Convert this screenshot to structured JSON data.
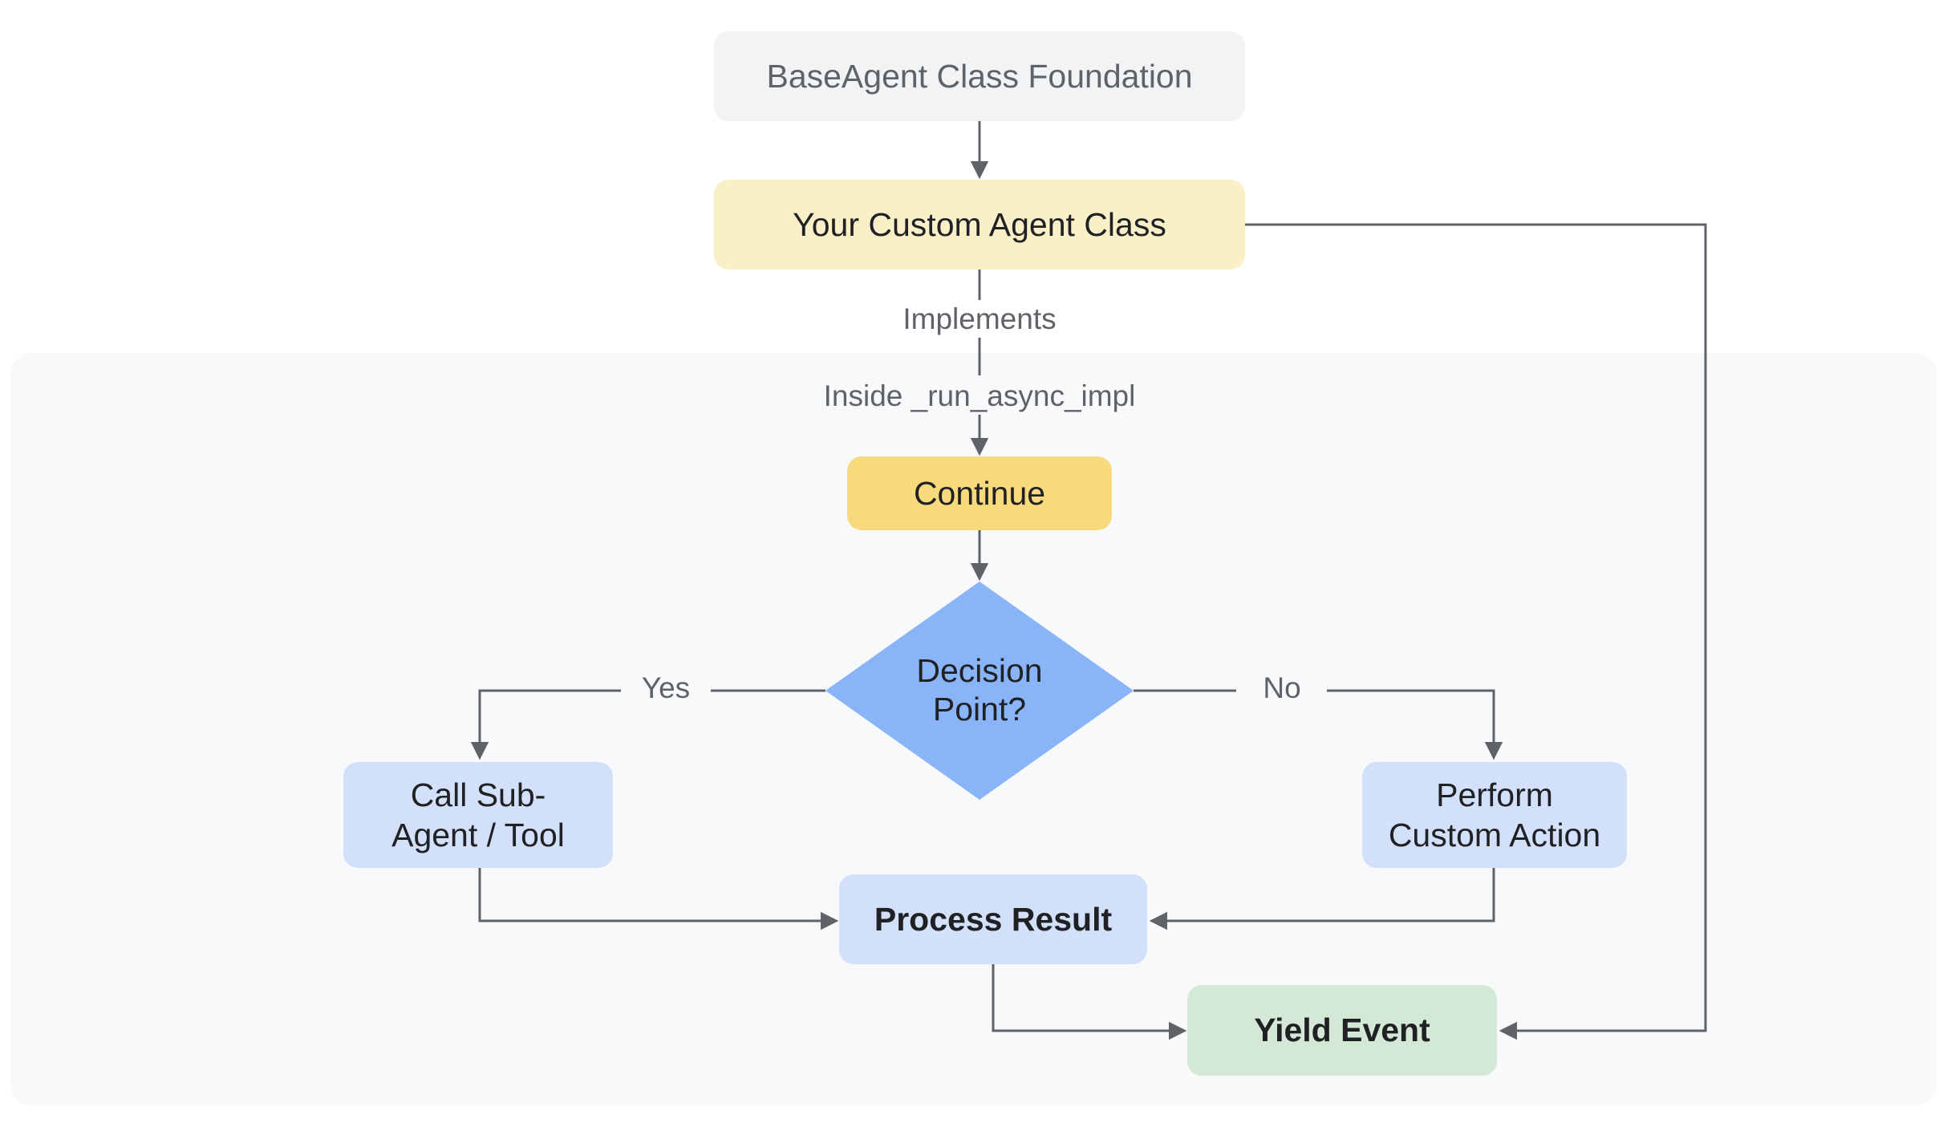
{
  "diagram": {
    "nodes": {
      "base_agent": {
        "label": "BaseAgent Class Foundation",
        "fill": "#F1F3F4",
        "text_color": "#5F6368"
      },
      "custom_agent": {
        "label": "Your Custom Agent Class",
        "fill": "#FAF0C8",
        "text_color": "#202124"
      },
      "continue_step": {
        "label": "Continue",
        "fill": "#F8DA7C",
        "text_color": "#202124"
      },
      "decision": {
        "label": "Decision Point?",
        "lines": [
          "Decision",
          "Point?"
        ],
        "fill": "#8AB4F8",
        "shape": "diamond"
      },
      "call_sub_agent": {
        "label": "Call Sub-Agent / Tool",
        "lines": [
          "Call Sub-",
          "Agent / Tool"
        ],
        "fill": "#D3E0FA"
      },
      "perform_custom_action": {
        "label": "Perform Custom Action",
        "lines": [
          "Perform",
          "Custom Action"
        ],
        "fill": "#D3E0FA"
      },
      "process_result": {
        "label": "Process Result",
        "fill": "#D2E0FA",
        "bold": true
      },
      "yield_event": {
        "label": "Yield Event",
        "fill": "#D4E8D6",
        "bold": true
      }
    },
    "edge_labels": {
      "implements": "Implements",
      "inside_impl": "Inside _run_async_impl",
      "yes": "Yes",
      "no": "No"
    },
    "colors": {
      "connector": "#5F6368",
      "panel_background": "#F8F9FA",
      "page_background": "#FFFFFF",
      "text_dark": "#202124",
      "text_muted": "#5F6368"
    }
  }
}
